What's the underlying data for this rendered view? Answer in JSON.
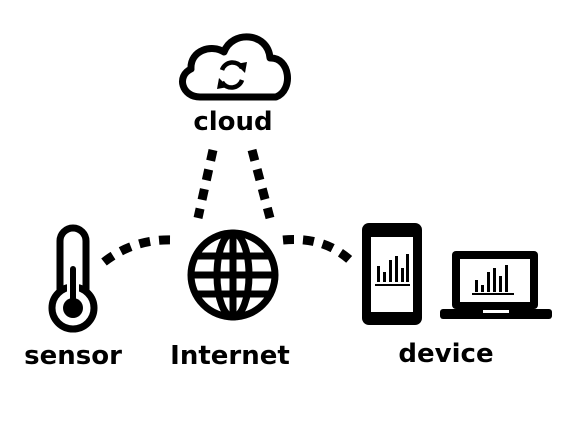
{
  "labels": {
    "cloud": "cloud",
    "sensor": "sensor",
    "internet": "Internet",
    "device": "device"
  },
  "colors": {
    "ink": "#000000",
    "background": "#ffffff"
  },
  "icons": [
    "cloud-sync-icon",
    "thermometer-icon",
    "globe-icon",
    "smartphone-chart-icon",
    "laptop-chart-icon"
  ]
}
